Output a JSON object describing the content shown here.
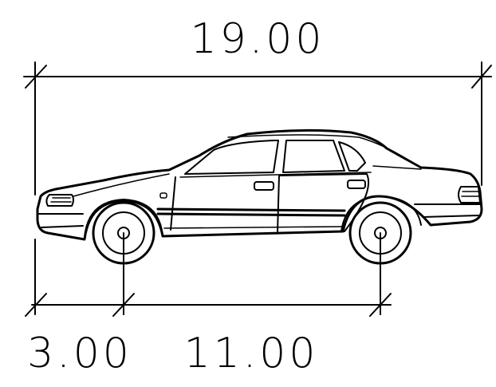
{
  "dimensions": {
    "overall_length": "19.00",
    "front_overhang": "3.00",
    "wheelbase": "11.00"
  },
  "colors": {
    "line": "#000000",
    "background": "#ffffff"
  }
}
